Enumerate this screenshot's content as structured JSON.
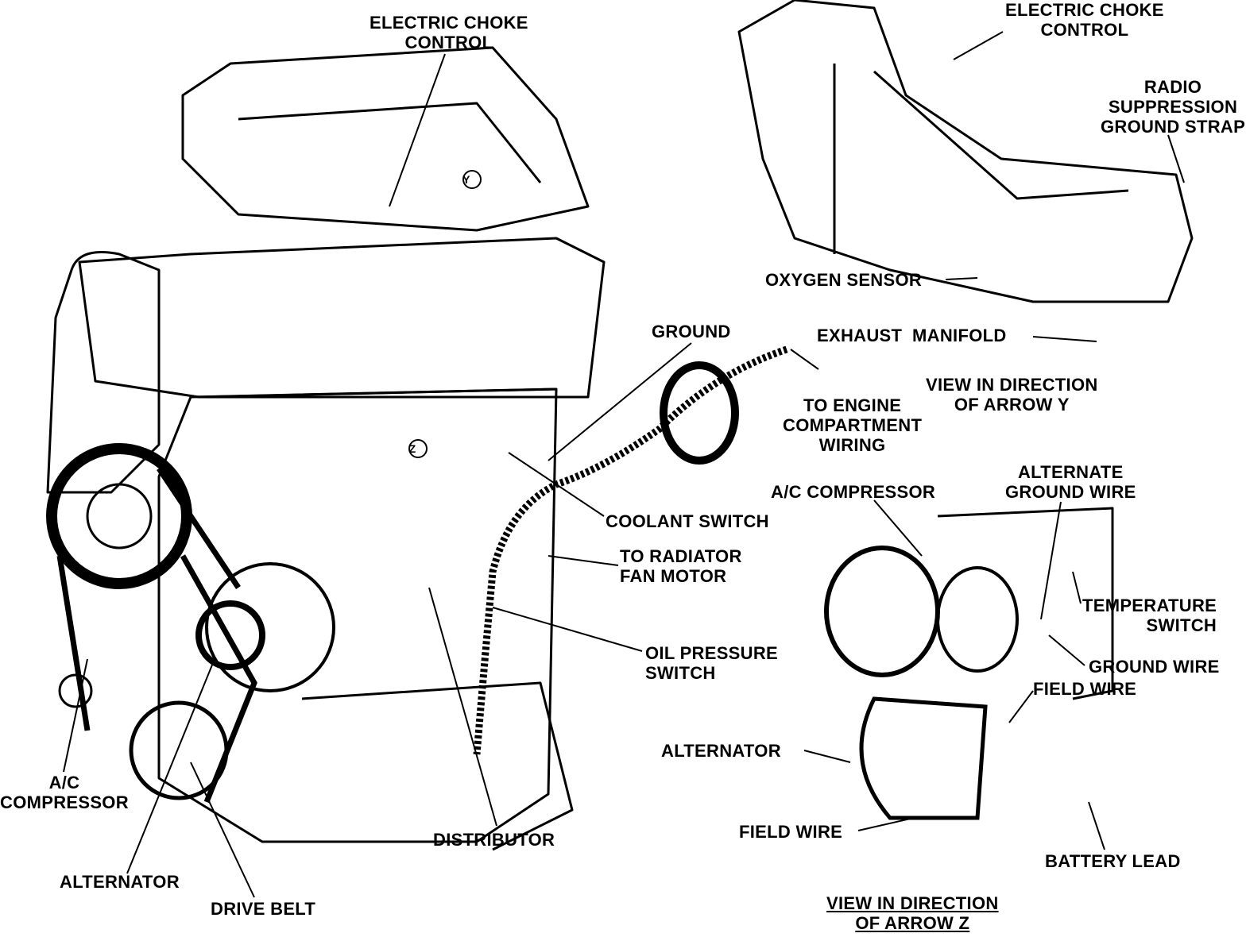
{
  "main_view": {
    "labels": {
      "electric_choke_control": [
        "ELECTRIC CHOKE",
        "CONTROL"
      ],
      "ground": "GROUND",
      "to_engine_compartment_wiring": [
        "TO ENGINE",
        "COMPARTMENT",
        "WIRING"
      ],
      "coolant_switch": "COOLANT SWITCH",
      "to_radiator_fan_motor": [
        "TO RADIATOR",
        "FAN MOTOR"
      ],
      "oil_pressure_switch": [
        "OIL PRESSURE",
        "SWITCH"
      ],
      "ac_compressor": [
        "A/C",
        "COMPRESSOR"
      ],
      "alternator": "ALTERNATOR",
      "drive_belt": "DRIVE BELT",
      "distributor": "DISTRIBUTOR"
    },
    "arrow_markers": [
      "Y",
      "Z"
    ]
  },
  "view_y": {
    "labels": {
      "electric_choke_control": [
        "ELECTRIC CHOKE",
        "CONTROL"
      ],
      "radio_suppression_ground_strap": [
        "RADIO",
        "SUPPRESSION",
        "GROUND STRAP"
      ],
      "oxygen_sensor": "OXYGEN SENSOR",
      "exhaust_manifold": "EXHAUST  MANIFOLD"
    },
    "caption": [
      "VIEW IN DIRECTION",
      "OF ARROW Y"
    ]
  },
  "view_z": {
    "labels": {
      "ac_compressor": "A/C COMPRESSOR",
      "alternate_ground_wire": [
        "ALTERNATE",
        "GROUND WIRE"
      ],
      "temperature_switch": [
        "TEMPERATURE",
        "SWITCH"
      ],
      "ground_wire": "GROUND WIRE",
      "field_wire_upper": "FIELD WIRE",
      "alternator": "ALTERNATOR",
      "field_wire_lower": "FIELD WIRE",
      "battery_lead": "BATTERY LEAD"
    },
    "caption": [
      "VIEW IN DIRECTION",
      "OF ARROW Z"
    ]
  }
}
